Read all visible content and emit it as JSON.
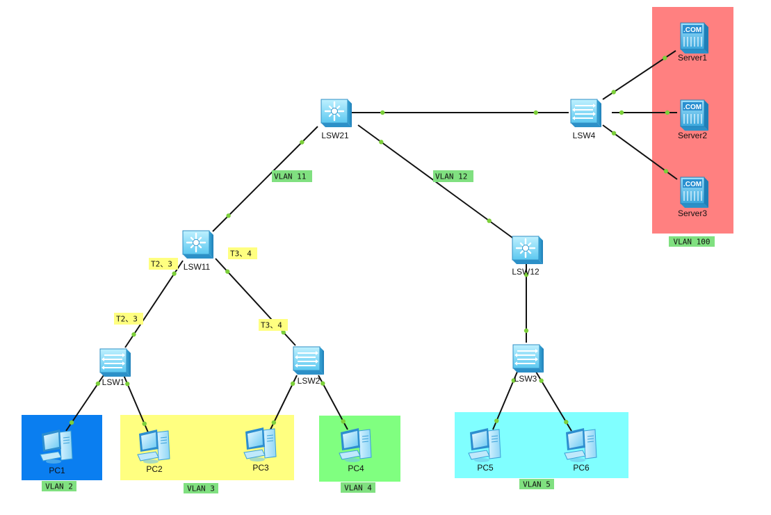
{
  "zones": [
    {
      "id": "vlan2",
      "color": "#0a7ef0",
      "label": "VLAN 2"
    },
    {
      "id": "vlan3",
      "color": "#ffff80",
      "label": "VLAN 3"
    },
    {
      "id": "vlan4",
      "color": "#80ff80",
      "label": "VLAN 4"
    },
    {
      "id": "vlan5",
      "color": "#80ffff",
      "label": "VLAN 5"
    },
    {
      "id": "vlan100",
      "color": "#ff8080",
      "label": "VLAN 100"
    }
  ],
  "devices": [
    {
      "id": "lsw21",
      "type": "core-switch",
      "label": "LSW21"
    },
    {
      "id": "lsw4",
      "type": "switch",
      "label": "LSW4"
    },
    {
      "id": "lsw11",
      "type": "core-switch",
      "label": "LSW11"
    },
    {
      "id": "lsw12",
      "type": "core-switch",
      "label": "LSW12"
    },
    {
      "id": "lsw1",
      "type": "switch",
      "label": "LSW1"
    },
    {
      "id": "lsw2",
      "type": "switch",
      "label": "LSW2"
    },
    {
      "id": "lsw3",
      "type": "switch",
      "label": "LSW3"
    },
    {
      "id": "server1",
      "type": "server",
      "label": "Server1"
    },
    {
      "id": "server2",
      "type": "server",
      "label": "Server2"
    },
    {
      "id": "server3",
      "type": "server",
      "label": "Server3"
    },
    {
      "id": "pc1",
      "type": "pc",
      "label": "PC1"
    },
    {
      "id": "pc2",
      "type": "pc",
      "label": "PC2"
    },
    {
      "id": "pc3",
      "type": "pc",
      "label": "PC3"
    },
    {
      "id": "pc4",
      "type": "pc",
      "label": "PC4"
    },
    {
      "id": "pc5",
      "type": "pc",
      "label": "PC5"
    },
    {
      "id": "pc6",
      "type": "pc",
      "label": "PC6"
    }
  ],
  "links": [
    {
      "from": "lsw21",
      "to": "lsw4"
    },
    {
      "from": "lsw21",
      "to": "lsw11"
    },
    {
      "from": "lsw21",
      "to": "lsw12"
    },
    {
      "from": "lsw4",
      "to": "server1"
    },
    {
      "from": "lsw4",
      "to": "server2"
    },
    {
      "from": "lsw4",
      "to": "server3"
    },
    {
      "from": "lsw11",
      "to": "lsw1"
    },
    {
      "from": "lsw11",
      "to": "lsw2"
    },
    {
      "from": "lsw12",
      "to": "lsw3"
    },
    {
      "from": "lsw1",
      "to": "pc1"
    },
    {
      "from": "lsw1",
      "to": "pc2"
    },
    {
      "from": "lsw2",
      "to": "pc3"
    },
    {
      "from": "lsw2",
      "to": "pc4"
    },
    {
      "from": "lsw3",
      "to": "pc5"
    },
    {
      "from": "lsw3",
      "to": "pc6"
    }
  ],
  "link_tags": [
    {
      "id": "tag-vlan11",
      "text": "VLAN 11",
      "color": "#80e080"
    },
    {
      "id": "tag-vlan12",
      "text": "VLAN 12",
      "color": "#80e080"
    },
    {
      "id": "tag-t23-a",
      "text": "T2、3",
      "color": "#ffff80"
    },
    {
      "id": "tag-t34-a",
      "text": "T3、4",
      "color": "#ffff80"
    },
    {
      "id": "tag-t23-b",
      "text": "T2、3",
      "color": "#ffff80"
    },
    {
      "id": "tag-t34-b",
      "text": "T3、4",
      "color": "#ffff80"
    }
  ],
  "zone_label_color": "#80e080",
  "link_color": "#111111",
  "port_color": "#7ccf3a",
  "server_badge": ".COM"
}
